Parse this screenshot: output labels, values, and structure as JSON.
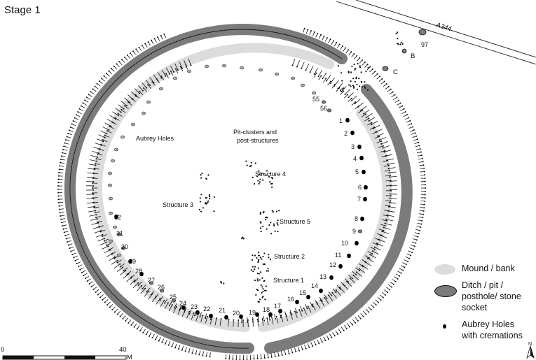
{
  "title": "Stage 1",
  "road_label": "A344",
  "features": {
    "aubrey_holes": "Aubrey Holes",
    "pit_clusters": "Pit-clusters and post-structures",
    "structure_1": "Structure 1",
    "structure_2": "Structure 2",
    "structure_3": "Structure 3",
    "structure_4": "Structure 4",
    "structure_5": "Structure 5",
    "stone_b": "B",
    "stone_c": "C",
    "stone_97": "97"
  },
  "hole_numbers": [
    "1",
    "2",
    "3",
    "4",
    "5",
    "6",
    "7",
    "8",
    "9",
    "10",
    "11",
    "12",
    "13",
    "14",
    "15",
    "16",
    "17",
    "18",
    "19",
    "20",
    "21",
    "22",
    "23",
    "24",
    "25",
    "26",
    "27",
    "28",
    "29",
    "30",
    "31",
    "32",
    "55",
    "56"
  ],
  "legend": {
    "mound": "Mound / bank",
    "ditch": "Ditch / pit / posthole/ stone socket",
    "cremation": "Aubrey Holes with cremations"
  },
  "scale": {
    "start": "0",
    "end": "40",
    "unit": "M"
  },
  "north": "N",
  "colors": {
    "bank": "#dcdcdc",
    "ditch": "#7b7b7b",
    "ink": "#111111"
  }
}
